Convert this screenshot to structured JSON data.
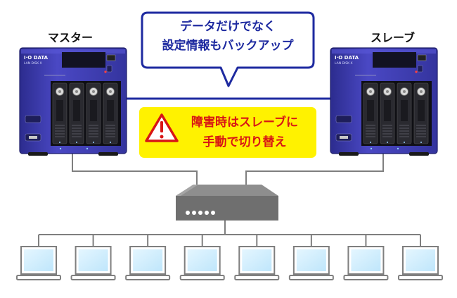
{
  "devices": {
    "master_label": "マスター",
    "slave_label": "スレーブ",
    "brand_text": "I·O DATA",
    "model_text": "LAN DISK X"
  },
  "speech_bubble": {
    "line1": "データだけでなく",
    "line2": "設定情報もバックアップ"
  },
  "warning": {
    "line1": "障害時はスレーブに",
    "line2": "手動で切り替え",
    "box_color": "#fff200",
    "text_color": "#d81515"
  },
  "icons": [
    "nas-device",
    "network-switch",
    "laptop",
    "warning-icon"
  ],
  "colors": {
    "nas_body": "#3d3db0",
    "line": "#7f7f7f",
    "bubble_border": "#1e2aa0",
    "heartbeat_line": "#1e2aa0"
  },
  "laptop_count": 8
}
